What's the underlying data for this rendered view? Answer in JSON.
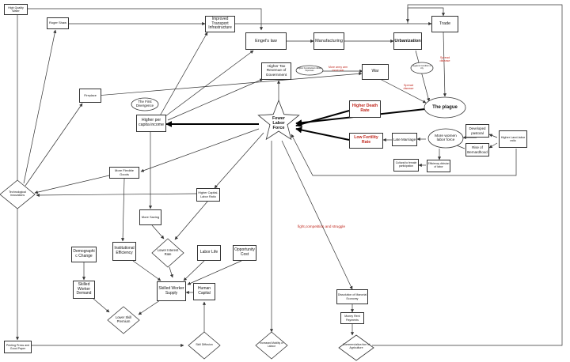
{
  "nodes": {
    "high_quality_water": "High Quality Water",
    "roger_shaw": "Roger Shaw",
    "improved_transport": "Improved Transport Infrastructure",
    "engels_law": "Engel's law",
    "manufacturing": "Manufacturing",
    "urbanization": "Urbanization",
    "trade": "Trade",
    "fireplace": "Fireplace",
    "higher_tax": "Higher Tax Revenue of Government",
    "war": "War",
    "higher_death_rate": "Higher Death Rate",
    "the_plague": "The plague",
    "the_first_divergence": "The First Divergence",
    "higher_per_capita": "Higher per capita income",
    "fewer_labor_force": "Fewer Labor Force",
    "developed_pastoral": "Developed pastoral",
    "higher_land_labor": "Higher Land-labor ratio",
    "more_women": "More women labor force",
    "rise_bernardhood": "Rise of Bernardhood",
    "late_marriage": "Late Marriage",
    "low_fertility": "Low Fertility Rate",
    "cultural_participation": "Cultural to female participation",
    "efficiency_division": "Efficiency division of labor",
    "more_flexible_goods": "More Flexible Goods",
    "tech_innovations": "Technological Innovations",
    "higher_capital_labor": "Higher Capital-Labor Ratio",
    "more_saving": "More Saving",
    "demographic_change": "Demographi c Change",
    "institutional_efficiency": "Institutional Efficiency",
    "lower_interest": "Lower Interest Rate",
    "labor_life": "Labor Life",
    "opportunity_cost": "Opportunity Cost",
    "skilled_worker_demand": "Skilled Worker Demand",
    "skilled_worker_supply": "Skilled Worker Supply",
    "human_capital": "Human Capital",
    "lower_skill_premium": "Lower Skill Premium",
    "printing_press": "Printing Press and Good Paper",
    "skill_diffusion": "Skill Diffusion",
    "increased_mobility": "Increased Mobility of Labour",
    "dissolution_manorial": "Dissolution of Manorial Economy",
    "money_rent": "Money Rent Payments",
    "commercialization": "Commercializa tion of Agriculture"
  },
  "annotations": {
    "more_army": "More army arm more war",
    "spread_disease_war": "Spread disease",
    "spread_disease_trade": "Spread disease",
    "fight_competition": "fight,competition and struggle",
    "bubble_tax": "Higher hypothetical military expenses",
    "bubble_urban": "Hygienic Condition in city"
  }
}
